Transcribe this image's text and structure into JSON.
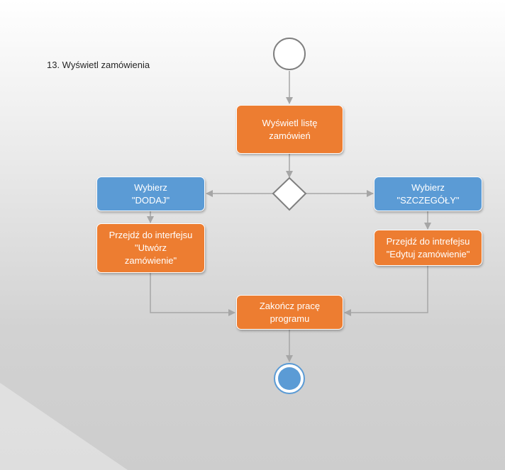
{
  "title": "13. Wyświetl zamówienia",
  "colors": {
    "action": "#ed7d31",
    "choice": "#5b9bd5",
    "connector": "#a6a6a6",
    "final_node": "#5b9bd5"
  },
  "nodes": {
    "show_list": "Wyświetl listę\nzamówień",
    "select_add": "Wybierz\n\"DODAJ\"",
    "select_details": "Wybierz\n\"SZCZEGÓŁY\"",
    "go_create": "Przejdź do interfejsu\n\"Utwórz\nzamówienie\"",
    "go_edit": "Przejdź do intrefejsu\n\"Edytuj zamówienie\"",
    "end_program": "Zakończ pracę\nprogramu"
  }
}
